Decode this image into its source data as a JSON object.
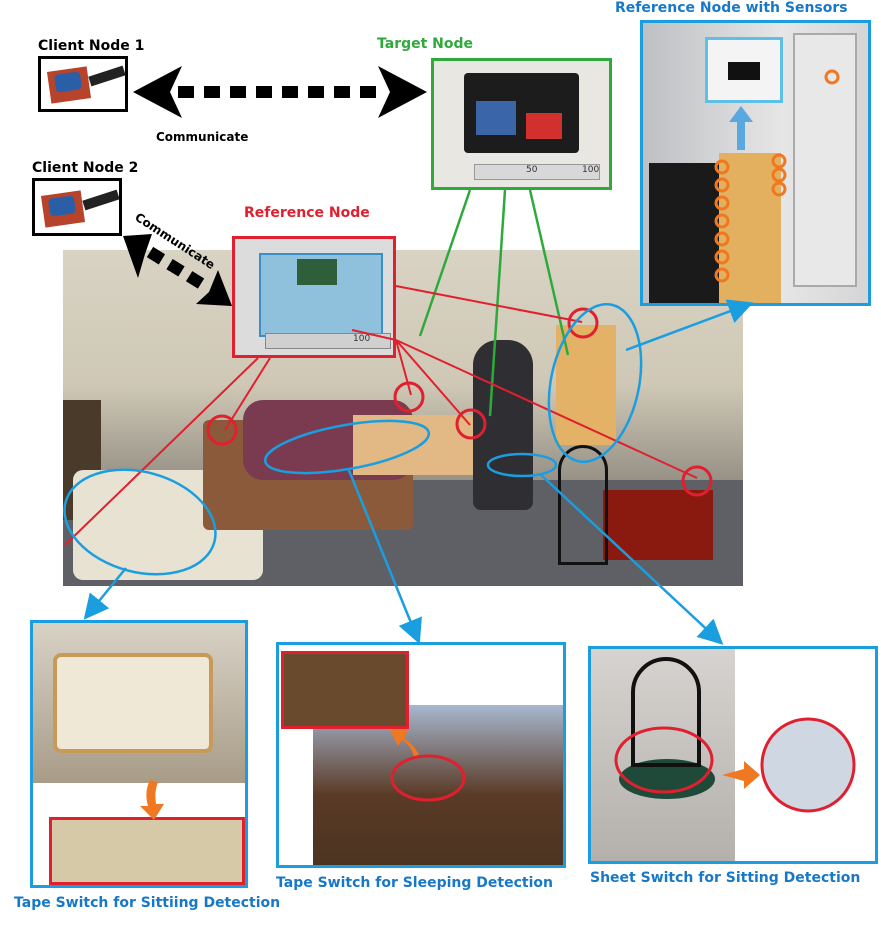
{
  "labels": {
    "client_node_1": "Client Node 1",
    "client_node_2": "Client Node 2",
    "target_node": "Target Node",
    "reference_node": "Reference Node",
    "reference_node_sensors": "Reference Node with Sensors",
    "communicate_1": "Communicate",
    "communicate_2": "Communicate",
    "tape_sitting": "Tape Switch for Sittiing Detection",
    "tape_sleeping": "Tape Switch for Sleeping Detection",
    "sheet_sitting": "Sheet Switch for Sitting Detection"
  },
  "ruler_numbers": [
    "50",
    "100"
  ],
  "ref_ruler_number": "100",
  "colors": {
    "green": "#2eaa3c",
    "red": "#e0202e",
    "blue": "#1a9ee0",
    "label_blue": "#1778c8",
    "orange": "#f07820",
    "black": "#000000"
  }
}
